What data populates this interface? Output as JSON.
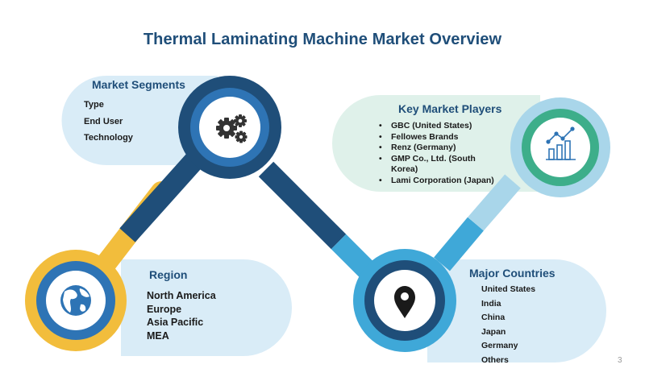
{
  "title": "Thermal Laminating Machine Market Overview",
  "segments": {
    "heading": "Market Segments",
    "items": [
      "Type",
      "End User",
      "Technology"
    ]
  },
  "players": {
    "heading": "Key Market Players",
    "items": [
      "GBC (United States)",
      "Fellowes Brands",
      "Renz (Germany)",
      "GMP Co., Ltd. (South Korea)",
      "Lami Corporation (Japan)"
    ]
  },
  "region": {
    "heading": "Region",
    "items": [
      "North America",
      "Europe",
      "Asia Pacific",
      "MEA"
    ]
  },
  "countries": {
    "heading": "Major Countries",
    "items": [
      "United States",
      "India",
      "China",
      "Japan",
      "Germany",
      "Others"
    ]
  },
  "page_number": "3",
  "icons": [
    "gears-icon",
    "chart-icon",
    "globe-icon",
    "location-pin-icon"
  ],
  "colors": {
    "title": "#1f4e79",
    "navy": "#1f4e79",
    "blue": "#2e74b5",
    "sky": "#3fa8d8",
    "light_sky": "#a9d6ea",
    "yellow": "#f2bd3c",
    "teal": "#3dae8a",
    "segment_bg": "#d9ecf7",
    "player_bg": "#dff1ea"
  }
}
